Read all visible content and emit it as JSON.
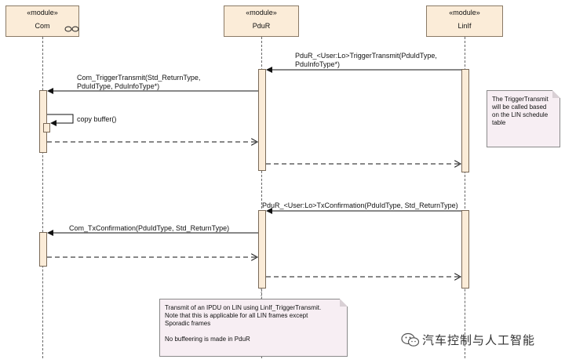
{
  "lifelines": [
    {
      "id": "com",
      "stereotype": "«module»",
      "name": "Com"
    },
    {
      "id": "pdur",
      "stereotype": "«module»",
      "name": "PduR"
    },
    {
      "id": "linif",
      "stereotype": "«module»",
      "name": "LinIf"
    }
  ],
  "messages": {
    "trigger_transmit_pdur": "PduR_<User:Lo>TriggerTransmit(PduIdType,\nPduInfoType*)",
    "com_trigger_transmit": "Com_TriggerTransmit(Std_ReturnType,\nPduIdType, PduInfoType*)",
    "copy_buffer": "copy buffer()",
    "tx_confirmation_pdur": "PduR_<User:Lo>TxConfirmation(PduIdType, Std_ReturnType)",
    "com_tx_confirmation": "Com_TxConfirmation(PduIdType, Std_ReturnType)"
  },
  "notes": {
    "trigger_note": "The TriggerTransmit\nwill be called based\non the LIN schedule\ntable",
    "bottom_note": "Transmit of an IPDU on LIN using LinIf_TriggerTransmit.\nNote that this is applicable for all LIN frames except\nSporadic frames\n\nNo buffeering is made in PduR"
  },
  "watermark": "汽车控制与人工智能"
}
